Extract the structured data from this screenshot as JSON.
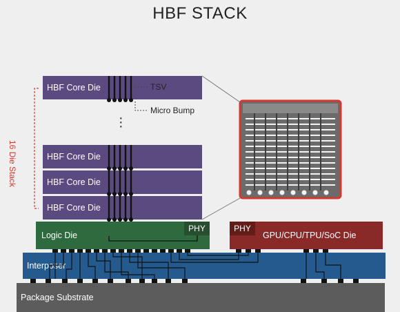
{
  "title": "HBF STACK",
  "stack_label": "16 Die Stack",
  "core_dies": [
    {
      "label": "HBF Core Die"
    },
    {
      "label": "HBF Core Die"
    },
    {
      "label": "HBF Core Die"
    },
    {
      "label": "HBF Core Die"
    }
  ],
  "annotations": {
    "tsv": "TSV",
    "micro_bump": "Micro Bump"
  },
  "logic_die": {
    "label": "Logic Die",
    "phy": "PHY"
  },
  "gpu_die": {
    "label": "GPU/CPU/TPU/SoC Die",
    "phy": "PHY"
  },
  "interposer": {
    "label": "Interposer"
  },
  "substrate": {
    "label": "Package Substrate"
  },
  "colors": {
    "core_die": "#5b4a80",
    "logic_die": "#2f6a3e",
    "gpu_die": "#8a2a28",
    "interposer": "#245a8e",
    "substrate": "#5c5c5c",
    "stack_bracket": "#d33a2f"
  }
}
